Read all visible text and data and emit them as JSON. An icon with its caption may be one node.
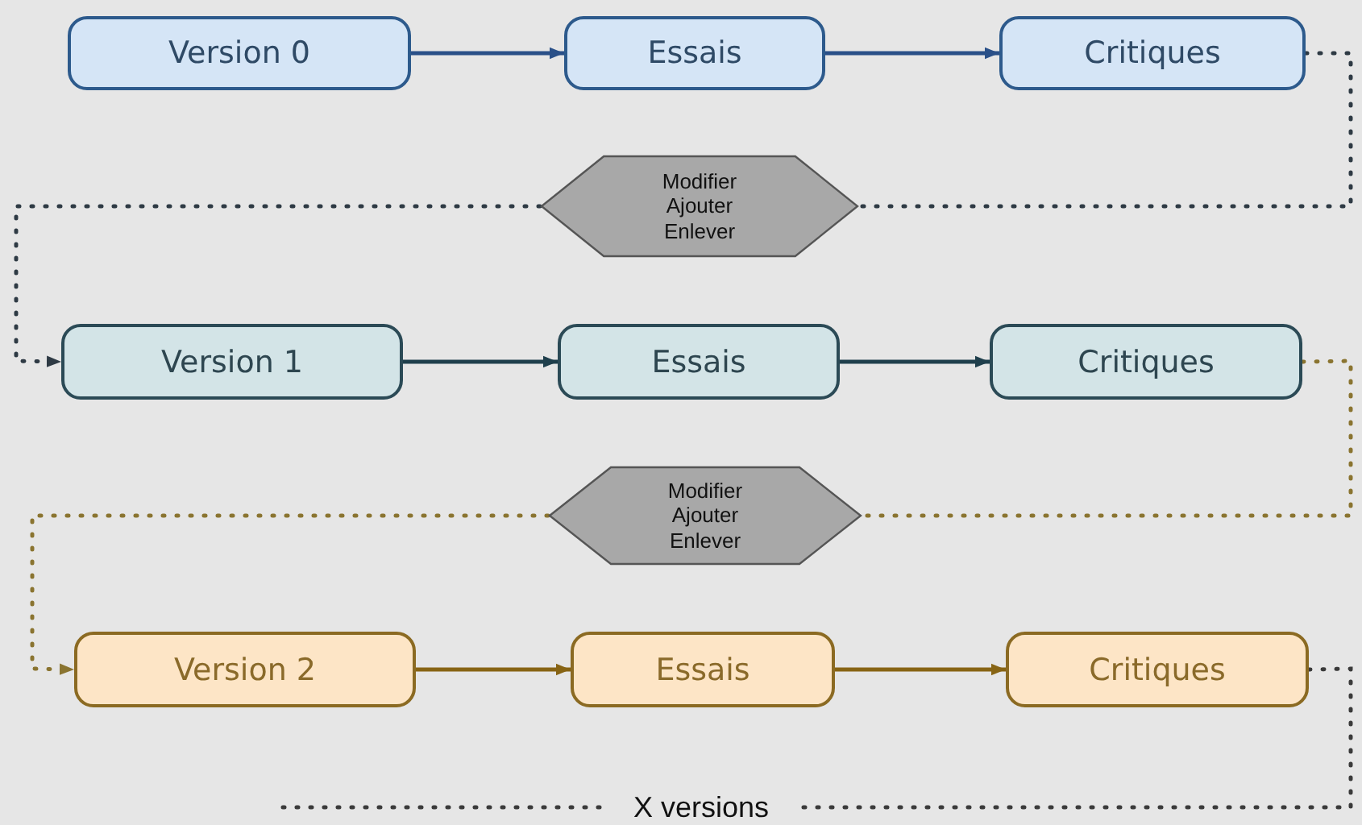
{
  "diagram": {
    "nodes": [
      {
        "text": [
          "Version 0"
        ]
      },
      {
        "text": [
          "Essais"
        ]
      },
      {
        "text": [
          "Critiques"
        ]
      },
      {
        "text": [
          "Modifier Ajouter Enlever"
        ]
      },
      {
        "text": [
          "Version 1"
        ]
      },
      {
        "text": [
          "Essais"
        ]
      },
      {
        "text": [
          "Critiques"
        ]
      },
      {
        "text": [
          "Modifier Ajouter Enlever"
        ]
      },
      {
        "text": [
          "Version 2"
        ]
      },
      {
        "text": [
          "Essais"
        ]
      },
      {
        "text": [
          "Critiques"
        ]
      },
      {
        "text": [
          "X versions"
        ]
      }
    ],
    "edges": [
      {
        "from": 0,
        "to": 1,
        "arrow": "to",
        "color": "#2a5088"
      },
      {
        "from": 1,
        "to": 2,
        "arrow": "to",
        "color": "#2a5088"
      },
      {
        "from": 2,
        "to": 3,
        "arrow": "none",
        "style": "dashed",
        "color": "#2e3a44"
      },
      {
        "from": 3,
        "to": 4,
        "arrow": "to",
        "style": "dashed",
        "color": "#2e3a44"
      },
      {
        "from": 4,
        "to": 5,
        "arrow": "to",
        "color": "#1f3f4c"
      },
      {
        "from": 5,
        "to": 6,
        "arrow": "to",
        "color": "#1f3f4c"
      },
      {
        "from": 6,
        "to": 7,
        "arrow": "none",
        "style": "dashed",
        "color": "#8a7430"
      },
      {
        "from": 7,
        "to": 8,
        "arrow": "to",
        "style": "dashed",
        "color": "#8a7430"
      },
      {
        "from": 8,
        "to": 9,
        "arrow": "to",
        "color": "#876414"
      },
      {
        "from": 9,
        "to": 10,
        "arrow": "to",
        "color": "#876414"
      },
      {
        "from": 10,
        "to": 11,
        "arrow": "none",
        "style": "dashed",
        "color": "#3a3a3a"
      },
      {
        "from": 11,
        "to": null,
        "arrow": "none",
        "style": "dashed",
        "color": "#3a3a3a"
      }
    ]
  }
}
